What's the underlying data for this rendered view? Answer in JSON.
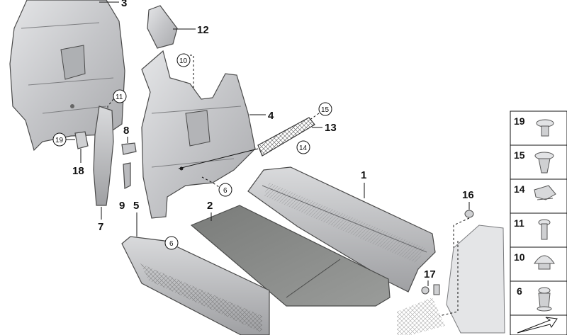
{
  "callouts": {
    "c1": "1",
    "c2": "2",
    "c3": "3",
    "c4": "4",
    "c5": "5",
    "c6a": "6",
    "c6b": "6",
    "c7": "7",
    "c8": "8",
    "c9": "9",
    "c10": "10",
    "c11": "11",
    "c12": "12",
    "c13": "13",
    "c14": "14",
    "c15": "15",
    "c16": "16",
    "c17": "17",
    "c18": "18",
    "c19": "19"
  },
  "legend": {
    "items": [
      {
        "label": "19",
        "icon": "screw-clip-icon"
      },
      {
        "label": "15",
        "icon": "expanding-rivet-icon"
      },
      {
        "label": "14",
        "icon": "spring-clip-icon"
      },
      {
        "label": "11",
        "icon": "screw-icon"
      },
      {
        "label": "10",
        "icon": "cap-icon"
      },
      {
        "label": "6",
        "icon": "push-clip-icon"
      }
    ],
    "bottom_icon": "arrow-icon"
  },
  "colors": {
    "panel": "#cfd0d2",
    "panel_dark": "#9a9b9e",
    "mat": "#8a8c8a",
    "mat_edge": "#5c5d5c",
    "line": "#111111"
  }
}
